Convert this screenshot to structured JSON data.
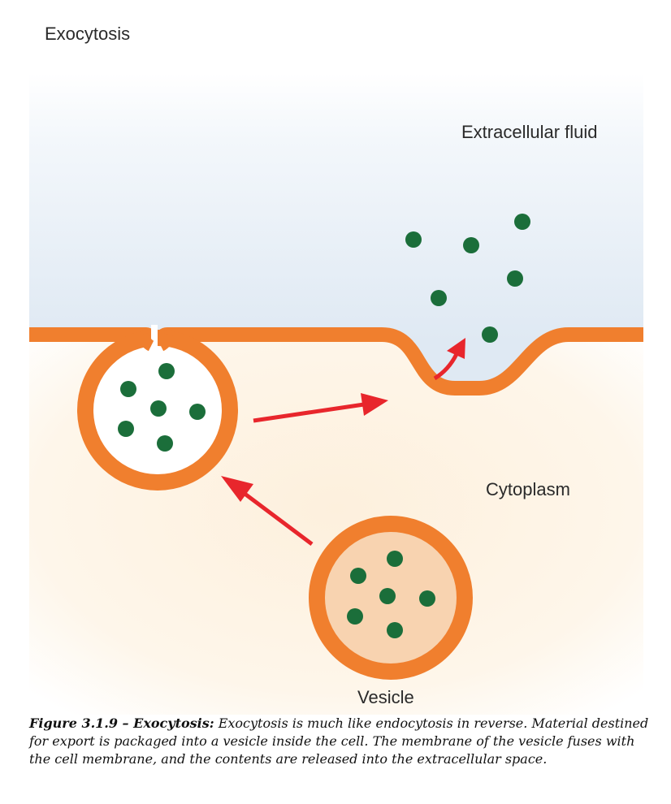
{
  "diagram": {
    "title": "Exocytosis",
    "labels": {
      "extracellular": "Extracellular fluid",
      "cytoplasm": "Cytoplasm",
      "vesicle": "Vesicle"
    },
    "colors": {
      "membrane": "#f07f2e",
      "particle": "#1b6e3a",
      "arrow": "#e8262c",
      "vesicle_fill": "#f8d3b0"
    }
  },
  "caption": {
    "label": "Figure 3.1.9 – Exocytosis:",
    "text": "Exocytosis is much like endocytosis in reverse. Material destined for export is packaged into a vesicle inside the cell. The membrane of the vesicle fuses with the cell membrane, and the contents are released into the extracellular space."
  }
}
